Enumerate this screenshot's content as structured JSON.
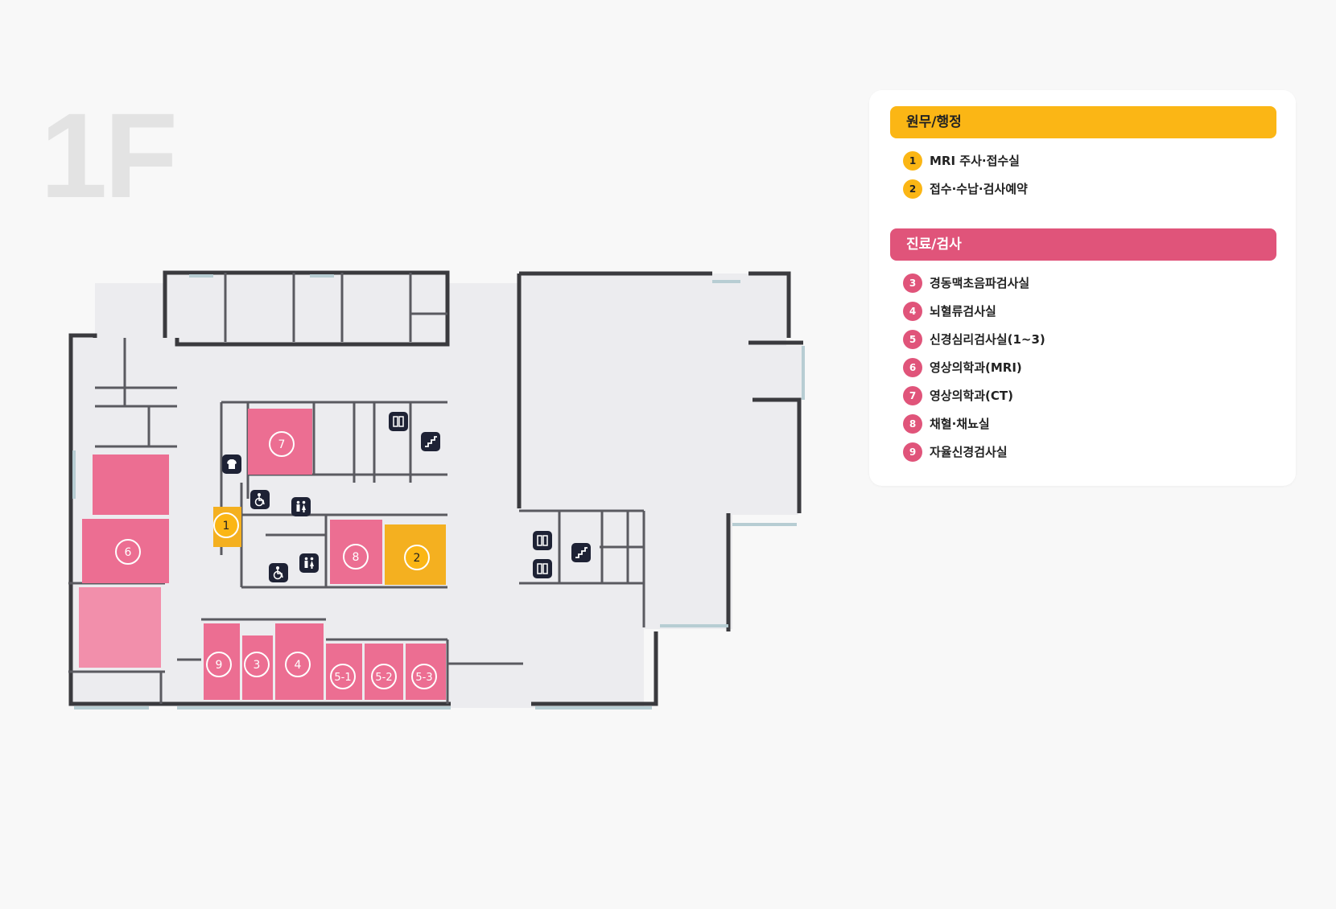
{
  "floor": "1F",
  "colors": {
    "admin": "#fbb615",
    "clinic": "#e0547a",
    "room_pink": "#ec6e92",
    "room_yellow": "#f4b020",
    "wall": "#3a3a3e",
    "floor": "#ececef",
    "icon_bg": "#1e2235"
  },
  "legend": {
    "groups": [
      {
        "title": "원무/행정",
        "tone": "yellow",
        "items": [
          {
            "num": "1",
            "label": "MRI 주사·접수실"
          },
          {
            "num": "2",
            "label": "접수·수납·검사예약"
          }
        ]
      },
      {
        "title": "진료/검사",
        "tone": "pink",
        "items": [
          {
            "num": "3",
            "label": "경동맥초음파검사실"
          },
          {
            "num": "4",
            "label": "뇌혈류검사실"
          },
          {
            "num": "5",
            "label": "신경심리검사실(1~3)"
          },
          {
            "num": "6",
            "label": "영상의학과(MRI)"
          },
          {
            "num": "7",
            "label": "영상의학과(CT)"
          },
          {
            "num": "8",
            "label": "채혈·채뇨실"
          },
          {
            "num": "9",
            "label": "자율신경검사실"
          }
        ]
      }
    ]
  },
  "map_rooms": [
    {
      "label": "1",
      "tone": "yellow"
    },
    {
      "label": "2",
      "tone": "yellow"
    },
    {
      "label": "3",
      "tone": "pink"
    },
    {
      "label": "4",
      "tone": "pink"
    },
    {
      "label": "5-1",
      "tone": "pink"
    },
    {
      "label": "5-2",
      "tone": "pink"
    },
    {
      "label": "5-3",
      "tone": "pink"
    },
    {
      "label": "6",
      "tone": "pink"
    },
    {
      "label": "7",
      "tone": "pink"
    },
    {
      "label": "8",
      "tone": "pink"
    },
    {
      "label": "9",
      "tone": "pink"
    }
  ],
  "facility_icons": [
    {
      "name": "elevator-icon"
    },
    {
      "name": "stairs-icon"
    },
    {
      "name": "changing-room-icon"
    },
    {
      "name": "accessible-restroom-icon"
    },
    {
      "name": "restroom-icon"
    },
    {
      "name": "accessible-restroom-icon"
    },
    {
      "name": "restroom-icon"
    },
    {
      "name": "elevator-icon"
    },
    {
      "name": "elevator-icon"
    },
    {
      "name": "stairs-icon"
    }
  ]
}
